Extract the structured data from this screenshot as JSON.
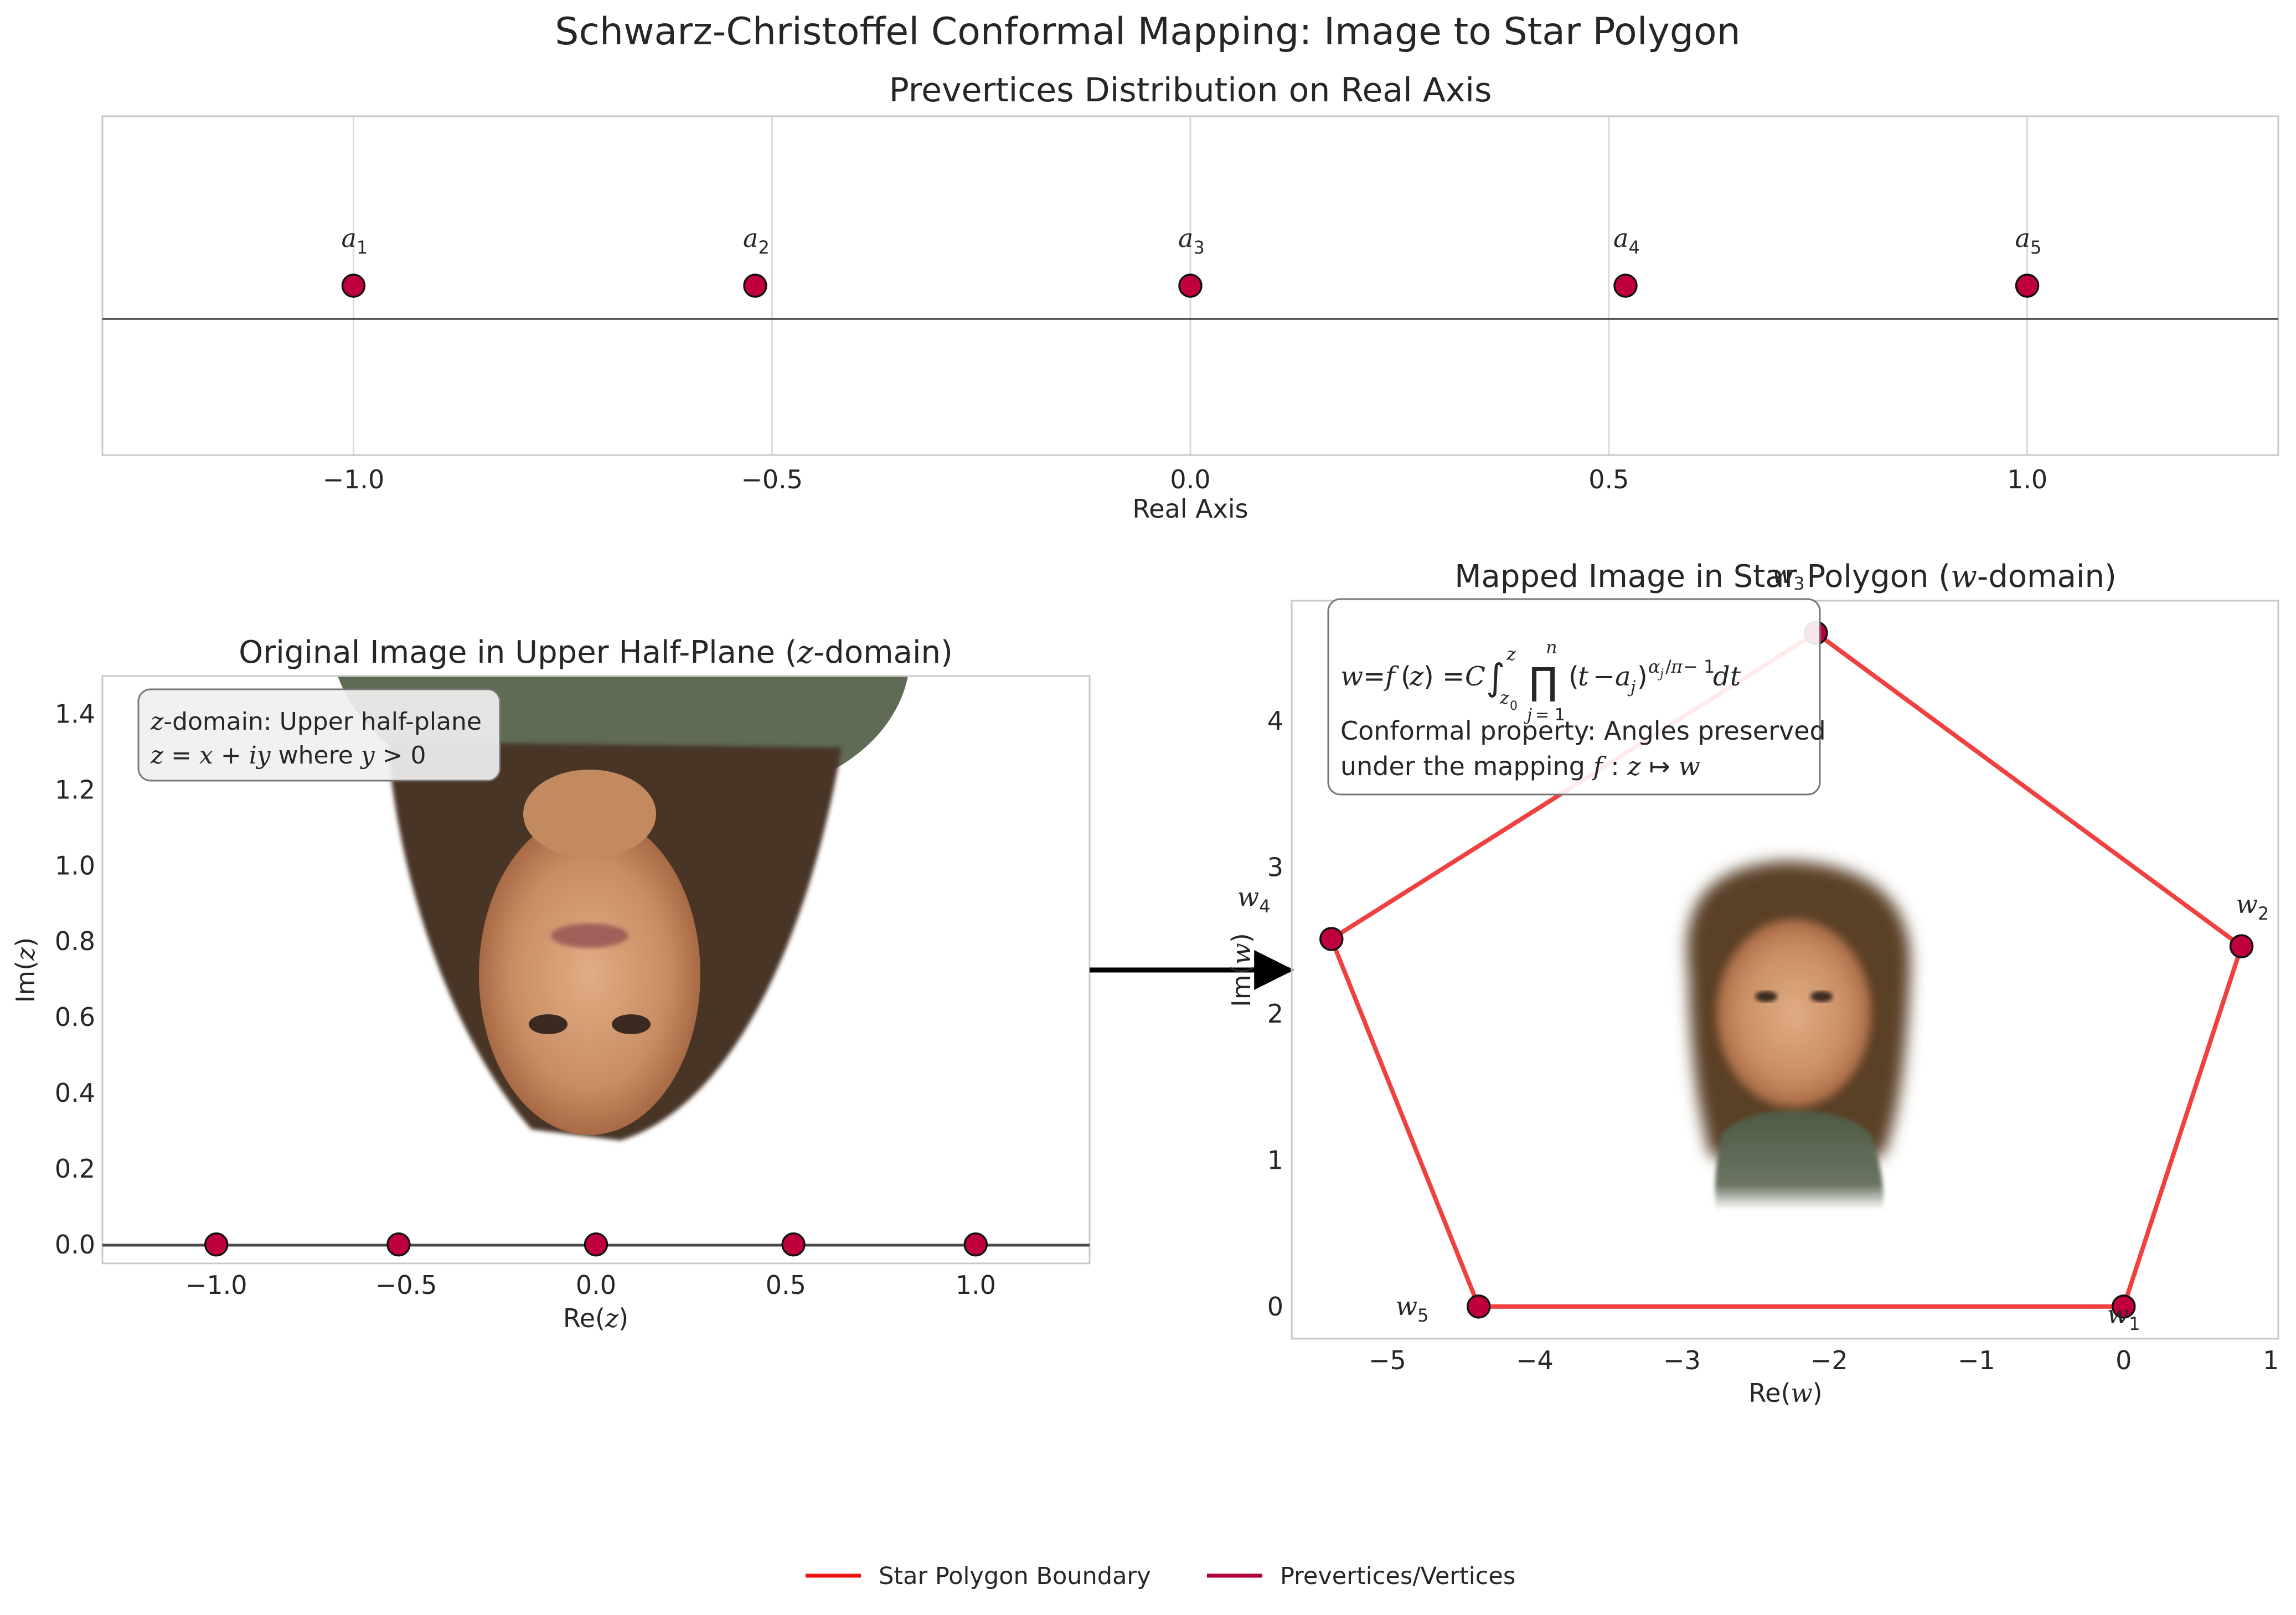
{
  "figure": {
    "title": "Schwarz-Christoffel Conformal Mapping: Image to Star Polygon"
  },
  "colors": {
    "prevertex_fill": "#c0003c",
    "polygon_line": "#f04040",
    "legend_boundary": "#ee1111",
    "legend_vertices": "#b0003a",
    "axis_line": "#4a4a4a",
    "grid": "#d9d9d9",
    "frame": "#c8c8c8"
  },
  "chart_data": [
    {
      "id": "prevertices",
      "type": "scatter",
      "title": "Prevertices Distribution on Real Axis",
      "xlabel": "Real Axis",
      "ylabel": "",
      "xlim": [
        -1.3,
        1.3
      ],
      "ylim": [
        -0.5,
        0.5
      ],
      "grid": true,
      "xticks": [
        -1.0,
        -0.5,
        0.0,
        0.5,
        1.0
      ],
      "xtick_labels": [
        "−1.0",
        "−0.5",
        "0.0",
        "0.5",
        "1.0"
      ],
      "points": [
        {
          "x": -1.0,
          "y": 0,
          "label": "a",
          "sub": "1"
        },
        {
          "x": -0.52,
          "y": 0,
          "label": "a",
          "sub": "2"
        },
        {
          "x": 0.0,
          "y": 0,
          "label": "a",
          "sub": "3"
        },
        {
          "x": 0.52,
          "y": 0,
          "label": "a",
          "sub": "4"
        },
        {
          "x": 1.0,
          "y": 0,
          "label": "a",
          "sub": "5"
        }
      ]
    },
    {
      "id": "zdomain",
      "type": "scatter",
      "title": "Original Image in Upper Half-Plane (z-domain)",
      "xlabel": "Re(z)",
      "ylabel": "Im(z)",
      "xlim": [
        -1.3,
        1.3
      ],
      "ylim": [
        -0.05,
        1.5
      ],
      "grid": false,
      "xticks": [
        -1.0,
        -0.5,
        0.0,
        0.5,
        1.0
      ],
      "xtick_labels": [
        "−1.0",
        "−0.5",
        "0.0",
        "0.5",
        "1.0"
      ],
      "yticks": [
        0.0,
        0.2,
        0.4,
        0.6,
        0.8,
        1.0,
        1.2,
        1.4
      ],
      "ytick_labels": [
        "0.0",
        "0.2",
        "0.4",
        "0.6",
        "0.8",
        "1.0",
        "1.2",
        "1.4"
      ],
      "points": [
        {
          "x": -1.0,
          "y": 0
        },
        {
          "x": -0.52,
          "y": 0
        },
        {
          "x": 0.0,
          "y": 0
        },
        {
          "x": 0.52,
          "y": 0
        },
        {
          "x": 1.0,
          "y": 0
        }
      ],
      "annotation": [
        "z-domain: Upper half-plane",
        "z = x + iy where y > 0"
      ]
    },
    {
      "id": "wdomain",
      "type": "line",
      "title": "Mapped Image in Star Polygon (w-domain)",
      "xlabel": "Re(w)",
      "ylabel": "Im(w)",
      "xlim": [
        -5.65,
        1.05
      ],
      "ylim": [
        -0.22,
        4.82
      ],
      "grid": false,
      "xticks": [
        -5,
        -4,
        -3,
        -2,
        -1,
        0,
        1
      ],
      "xtick_labels": [
        "−5",
        "−4",
        "−3",
        "−2",
        "−1",
        "0",
        "1"
      ],
      "yticks": [
        0,
        1,
        2,
        3,
        4
      ],
      "ytick_labels": [
        "0",
        "1",
        "2",
        "3",
        "4"
      ],
      "vertices": [
        {
          "x": 0.0,
          "y": 0.0,
          "label": "w",
          "sub": "1"
        },
        {
          "x": 0.8,
          "y": 2.46,
          "label": "w",
          "sub": "2"
        },
        {
          "x": -2.09,
          "y": 4.6,
          "label": "w",
          "sub": "3"
        },
        {
          "x": -5.38,
          "y": 2.51,
          "label": "w",
          "sub": "4"
        },
        {
          "x": -4.38,
          "y": 0.0,
          "label": "w",
          "sub": "5"
        }
      ],
      "annotation": {
        "formula": "w = f(z) = C ∫_{z0}^{z} ∏_{j=1}^{n} (t − a_j)^{α_j/π − 1} dt",
        "line1": "Conformal property: Angles preserved",
        "line2": "under the mapping f : z ↦ w"
      }
    }
  ],
  "legend": {
    "items": [
      {
        "label": "Star Polygon Boundary",
        "color_key": "legend_boundary"
      },
      {
        "label": "Prevertices/Vertices",
        "color_key": "legend_vertices"
      }
    ]
  }
}
